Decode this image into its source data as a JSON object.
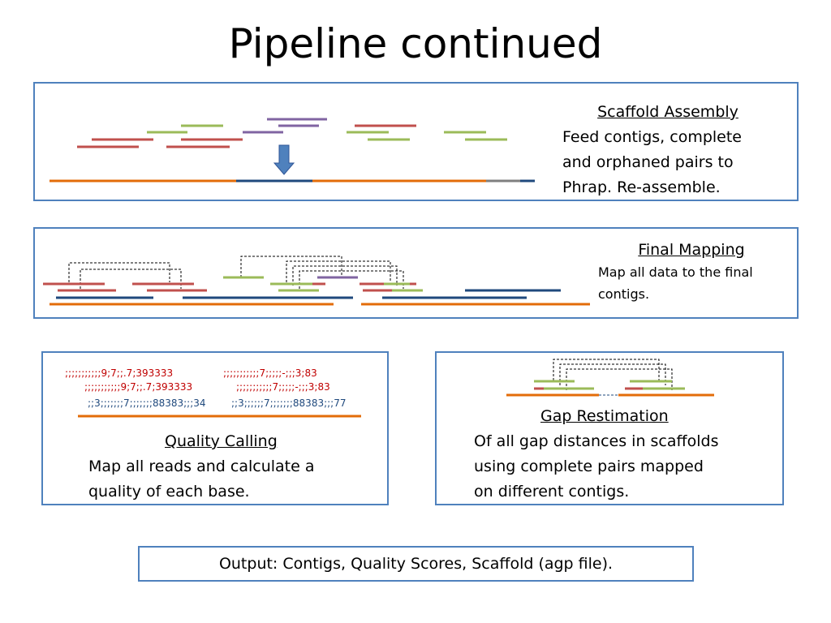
{
  "title": "Pipeline continued",
  "scaffold": {
    "heading": "Scaffold Assembly",
    "lines": [
      "Feed contigs, complete",
      "and orphaned pairs to",
      "Phrap. Re-assemble."
    ]
  },
  "final_mapping": {
    "heading": "Final Mapping",
    "lines": [
      "Map all data to the final",
      "contigs."
    ]
  },
  "quality": {
    "heading": "Quality Calling",
    "lines": [
      "Map all reads and calculate a",
      "quality of each base."
    ],
    "seq_red_1a": ";;;;;;;;;;;9;7;;.7;393333",
    "seq_red_1b": ";;;;;;;;;;;7;;;;;-;;;3;83",
    "seq_red_2a": ";;;;;;;;;;;9;7;;.7;393333",
    "seq_red_2b": ";;;;;;;;;;;7;;;;;-;;;3;83",
    "seq_blue_a": ";;3;;;;;;;7;;;;;;;88383;;;34",
    "seq_blue_b": ";;3;;;;;;7;;;;;;;88383;;;77"
  },
  "gap": {
    "heading": "Gap Restimation",
    "lines": [
      "Of all gap distances in scaffolds",
      "using complete pairs mapped",
      "on different contigs."
    ]
  },
  "output": "Output: Contigs, Quality Scores, Scaffold (agp file).",
  "colors": {
    "border": "#4f81bd",
    "red": "#c0504d",
    "green": "#9bbb59",
    "purple": "#8064a2",
    "orange": "#e36c09",
    "blue": "#1f497d",
    "arrow": "#4f81bd",
    "seq_red": "#c00000",
    "seq_blue": "#1f497d"
  }
}
